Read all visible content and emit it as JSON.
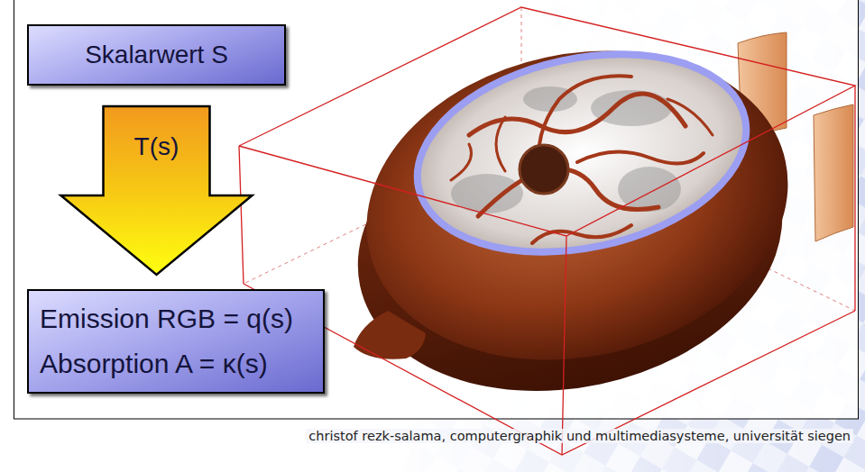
{
  "diagram": {
    "nodes": [
      {
        "text": [
          "Skalarwert S"
        ]
      },
      {
        "text": [
          "Emission RGB = q(s)",
          "Absorption A = κ(s)"
        ]
      }
    ],
    "edges": [
      {
        "from": 0,
        "to": 1,
        "label": "T(s)",
        "arrow": "to"
      }
    ],
    "labels": [
      "christof rezk-salama, computergraphik und multimediasysteme, universität siegen"
    ]
  }
}
